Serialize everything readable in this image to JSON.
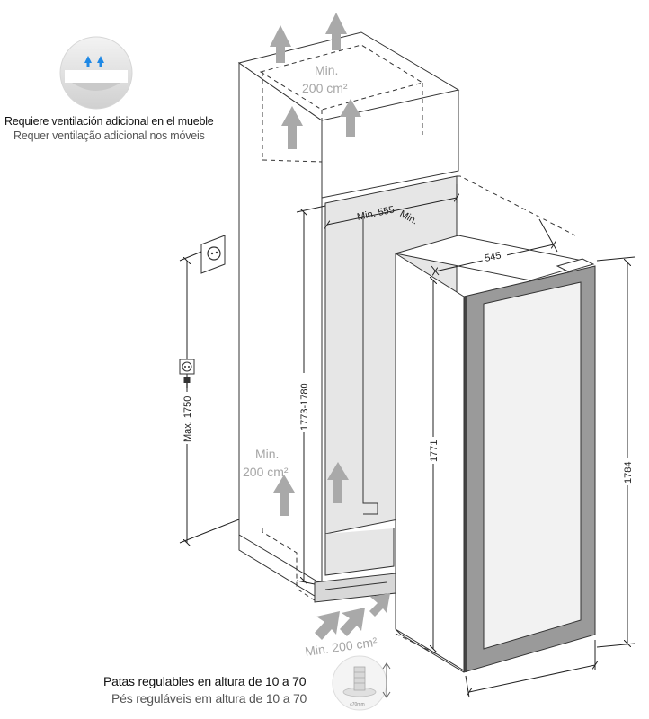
{
  "ventilation_note": {
    "line_es": "Requiere ventilación adicional en el mueble",
    "line_pt": "Requer ventilação adicional nos móveis"
  },
  "feet_note": {
    "line_es": "Patas regulables en altura de 10 a 70",
    "line_pt": "Pés reguláveis em altura de 10 a 70"
  },
  "feet_icon_label": "≤70mm",
  "dimensions": {
    "cabinet_depth": "Min. 555",
    "cabinet_depth_suffix": "Min.",
    "niche_height": "1773-1780",
    "socket_height": "Max. 1750",
    "appliance_depth": "545",
    "appliance_body_height": "1771",
    "appliance_total_height": "1784"
  },
  "vent_areas": {
    "top_min": "Min.",
    "top_area": "200 cm²",
    "middle_min": "Min.",
    "middle_area": "200 cm²",
    "bottom": "Min. 200 cm²"
  },
  "colors": {
    "line": "#333333",
    "arrow_gray": "#a9a9a9",
    "niche_fill": "#e6e6e6",
    "door_frame": "#9a9a9a",
    "door_glass": "#f2f2f2",
    "airflow_blue": "#1e88e5"
  }
}
